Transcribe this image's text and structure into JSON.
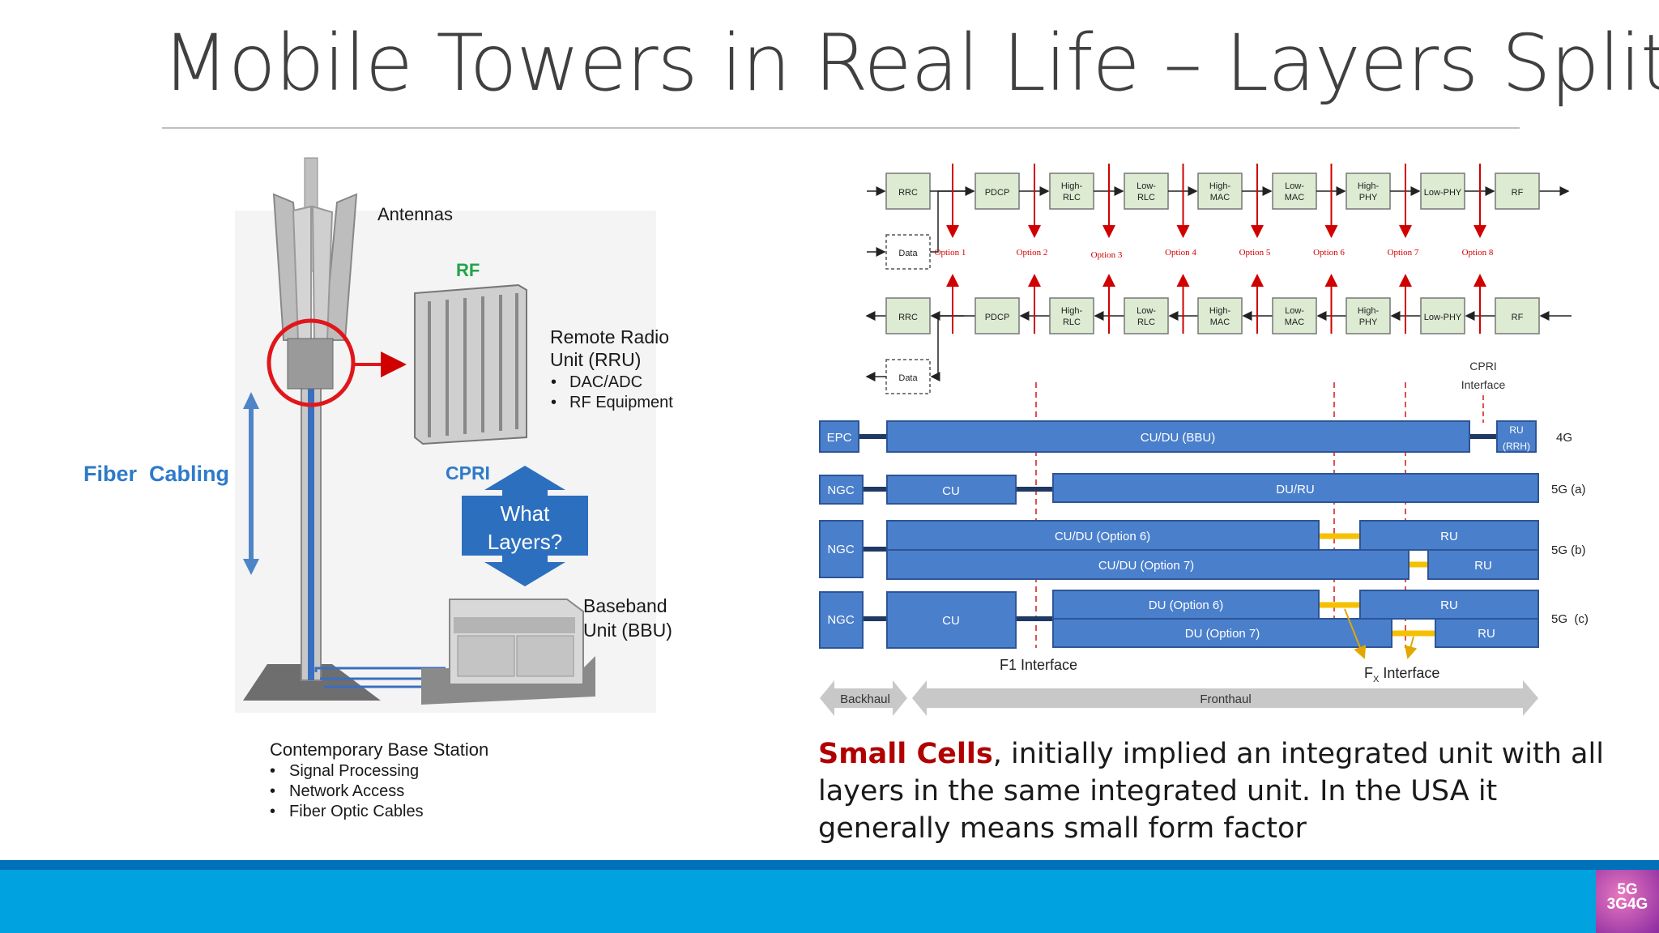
{
  "slide": {
    "title": "Mobile Towers in Real Life – Layers Split"
  },
  "left": {
    "antennas": "Antennas",
    "rf": "RF",
    "rru_title_1": "Remote Radio",
    "rru_title_2": "Unit (RRU)",
    "rru_bullets": [
      "DAC/ADC",
      "RF Equipment"
    ],
    "fiber": "Fiber  Cabling",
    "cpri": "CPRI",
    "what_layers_1": "What",
    "what_layers_2": "Layers?",
    "bbu_1": "Baseband",
    "bbu_2": "Unit (BBU)",
    "station_title": "Contemporary Base Station",
    "station_bullets": [
      "Signal Processing",
      "Network Access",
      "Fiber Optic Cables"
    ]
  },
  "split": {
    "blocks": [
      "RRC",
      "PDCP",
      "High-\nRLC",
      "Low-\nRLC",
      "High-\nMAC",
      "Low-\nMAC",
      "High-\nPHY",
      "Low-PHY",
      "RF"
    ],
    "data": "Data",
    "options": [
      "Option 1",
      "Option 2",
      "Option 3",
      "Option 4",
      "Option 5",
      "Option 6",
      "Option 7",
      "Option 8"
    ],
    "cpri_1": "CPRI",
    "cpri_2": "Interface"
  },
  "deploy": {
    "epc": "EPC",
    "ngc": "NGC",
    "cu_du_bbu": "CU/DU (BBU)",
    "ru_rrh_1": "RU",
    "ru_rrh_2": "(RRH)",
    "cu": "CU",
    "du_ru": "DU/RU",
    "cu_du_opt6": "CU/DU (Option 6)",
    "cu_du_opt7": "CU/DU (Option 7)",
    "du_opt6": "DU (Option 6)",
    "du_opt7": "DU (Option 7)",
    "ru": "RU",
    "row_labels": [
      "4G",
      "5G (a)",
      "5G (b)",
      "5G  (c)"
    ],
    "f1": "F1 Interface",
    "fx_f": "F",
    "fx_sub": "X",
    "fx_rest": " Interface",
    "backhaul": "Backhaul",
    "fronthaul": "Fronthaul"
  },
  "caption": {
    "bold": "Small Cells",
    "rest": ", initially implied an integrated unit with all layers in the same integrated unit. In the USA it generally means small form factor"
  },
  "logo": {
    "line1": "5G",
    "line2": "3G4G"
  },
  "colors": {
    "blue_box": "#4a7fcc",
    "dark_navy": "#1f3864",
    "yellow_link": "#f5c000",
    "option_red": "#d00000",
    "footer": "#00a3e0"
  }
}
